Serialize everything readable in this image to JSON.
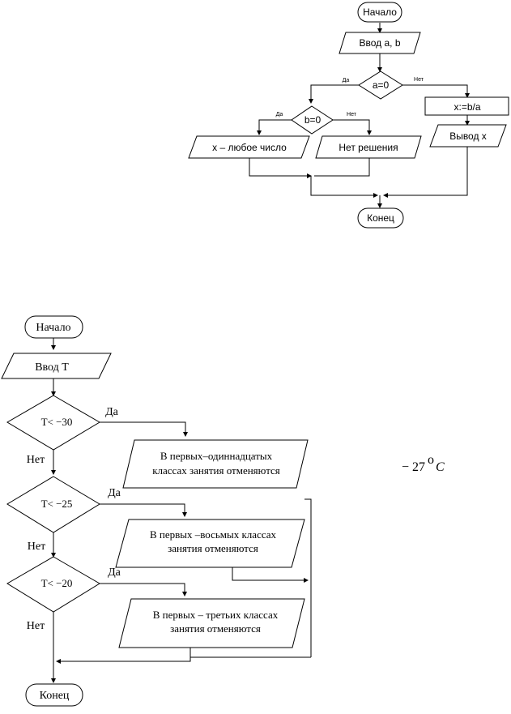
{
  "flowchart_top": {
    "start": "Начало",
    "input": "Ввод a, b",
    "cond_a": "a=0",
    "cond_b": "b=0",
    "yes": "Да",
    "no": "Нет",
    "any_number": "x – любое число",
    "no_solution": "Нет решения",
    "assign": "x:=b/a",
    "output": "Вывод x",
    "end": "Конец"
  },
  "flowchart_bottom": {
    "start": "Начало",
    "input": "Ввод  T",
    "cond_1": "T< −30",
    "cond_2": "T< −25",
    "cond_3": "T< −20",
    "yes": "Да",
    "no": "Нет",
    "action_1_line1": "В первых–одиннадцатых",
    "action_1_line2": "классах занятия отменяются",
    "action_2_line1": "В первых –восьмых классах",
    "action_2_line2": "занятия отменяются",
    "action_3_line1": "В первых – третьих классах",
    "action_3_line2": "занятия отменяются",
    "end": "Конец"
  },
  "formula": {
    "value": "− 27",
    "degree": "o",
    "unit": "C"
  }
}
